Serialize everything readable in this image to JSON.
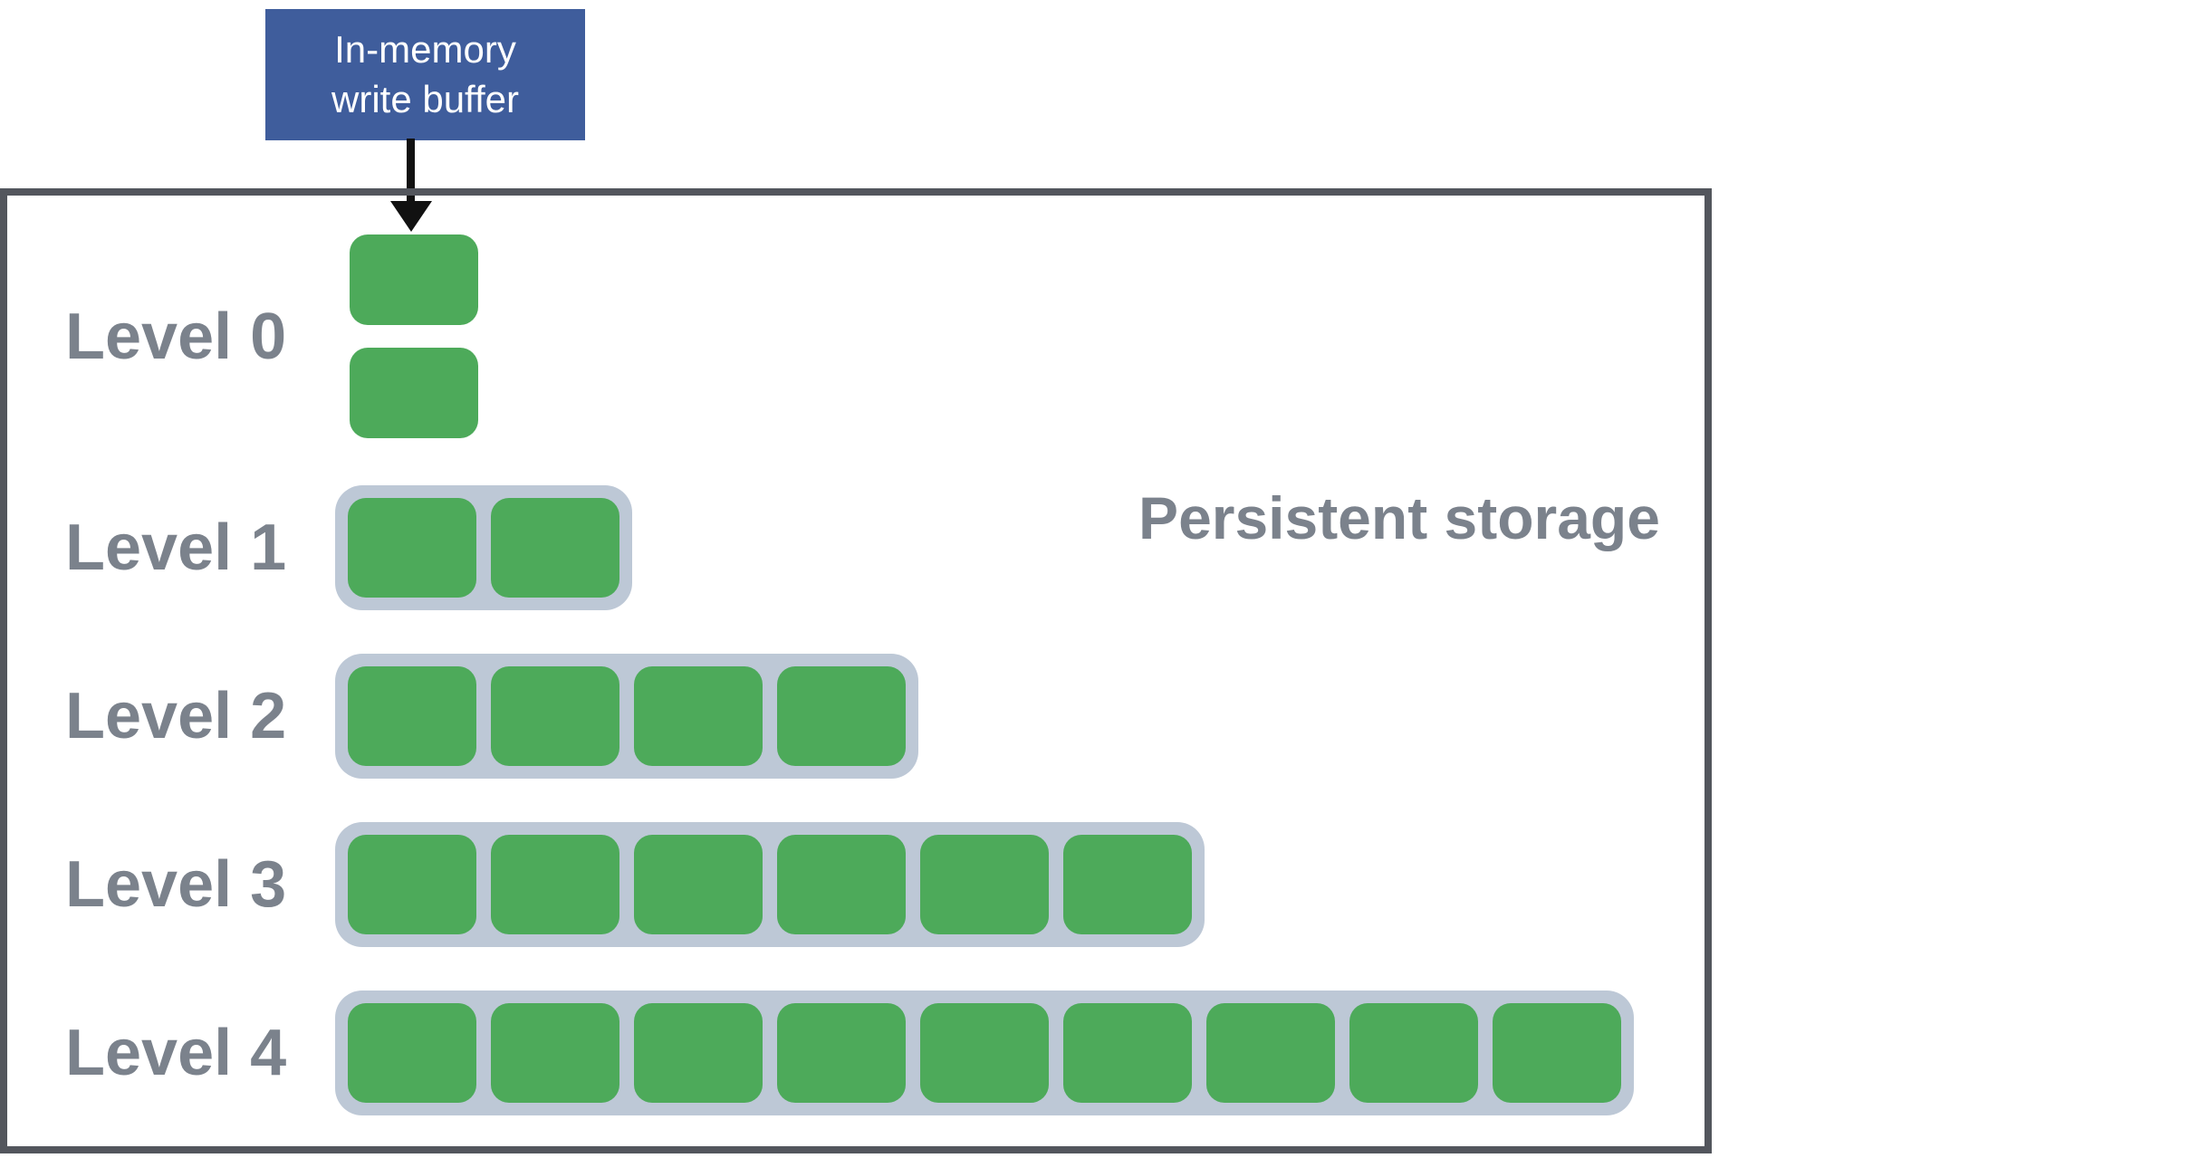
{
  "write_buffer": {
    "label": "In-memory write buffer",
    "lines": [
      "In-memory",
      "write buffer"
    ]
  },
  "storage": {
    "title": "Persistent storage",
    "levels": [
      {
        "label": "Level 0",
        "blocks": 2,
        "contained": false,
        "orientation": "vertical"
      },
      {
        "label": "Level 1",
        "blocks": 2,
        "contained": true,
        "orientation": "horizontal"
      },
      {
        "label": "Level 2",
        "blocks": 4,
        "contained": true,
        "orientation": "horizontal"
      },
      {
        "label": "Level 3",
        "blocks": 6,
        "contained": true,
        "orientation": "horizontal"
      },
      {
        "label": "Level 4",
        "blocks": 9,
        "contained": true,
        "orientation": "horizontal"
      }
    ]
  },
  "icons": {
    "arrow_down": "down-arrow (css triangle)"
  },
  "colors": {
    "background": "#FFFFFF",
    "buffer_blue": "#3F5D9C",
    "buffer_text": "#FFFFFF",
    "block_green": "#4DAA5A",
    "run_gray": "#BDC8D6",
    "border_dark": "#53565D",
    "label_gray": "#7B828C",
    "arrow_black": "#111111"
  }
}
